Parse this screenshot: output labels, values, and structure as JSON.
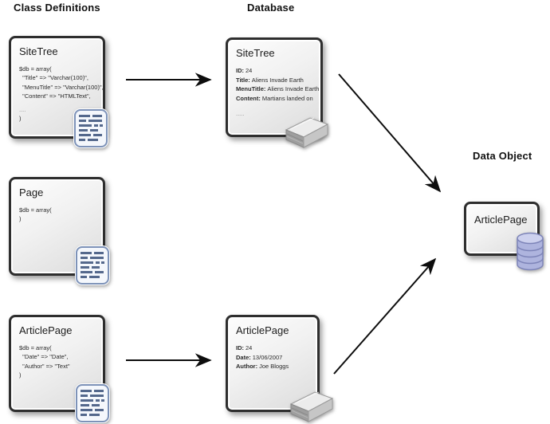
{
  "headers": {
    "class_definitions": "Class Definitions",
    "database": "Database",
    "data_object": "Data Object"
  },
  "class_boxes": [
    {
      "title": "SiteTree",
      "code_lines": [
        "$db = array(",
        "  \"Title\" => \"Varchar(100)\",",
        "  \"MenuTitle\" => \"Varchar(100)\",",
        "  \"Content\" => \"HTMLText\",",
        "....",
        ")"
      ]
    },
    {
      "title": "Page",
      "code_lines": [
        "$db = array(",
        ")"
      ]
    },
    {
      "title": "ArticlePage",
      "code_lines": [
        "$db = array(",
        "  \"Date\" => \"Date\",",
        "  \"Author\" => \"Text\"",
        ")"
      ]
    }
  ],
  "database_boxes": [
    {
      "title": "SiteTree",
      "fields": [
        {
          "label": "ID:",
          "value": "24"
        },
        {
          "label": "Title:",
          "value": "Aliens Invade Earth"
        },
        {
          "label": "MenuTitle:",
          "value": "Aliens Invade Earth"
        },
        {
          "label": "Content:",
          "value": "Martians landed on"
        }
      ],
      "more": "....."
    },
    {
      "title": "ArticlePage",
      "fields": [
        {
          "label": "ID:",
          "value": "24"
        },
        {
          "label": "Date:",
          "value": "13/06/2007"
        },
        {
          "label": "Author:",
          "value": "Joe Bloggs"
        }
      ]
    }
  ],
  "data_object": {
    "title": "ArticlePage"
  },
  "icons": {
    "class_box_icon": "code-file-icon",
    "database_box_icon": "disk-drive-icon",
    "data_object_icon": "database-cylinder-icon"
  },
  "colors": {
    "box_border": "#2e2e2e",
    "arrow": "#0d0d0d",
    "file_icon_stroke": "#7d92b8",
    "file_icon_dash": "#54688c",
    "cylinder_fill": "#aeb4de",
    "cylinder_stroke": "#7d84b8"
  }
}
